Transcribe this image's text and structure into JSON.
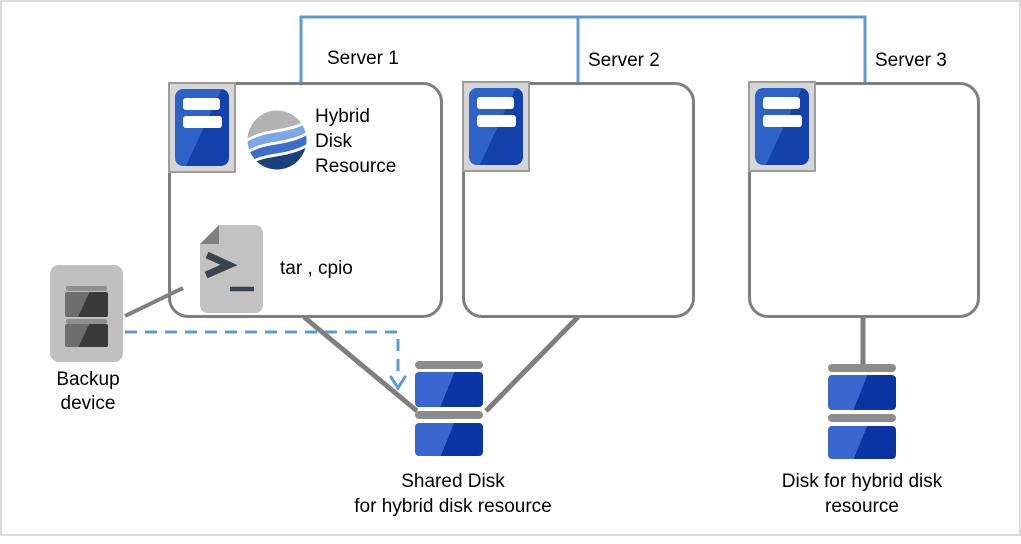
{
  "colors": {
    "text": "#000000",
    "connector_blue": "#5b9bd5",
    "line_gray": "#7f7f7f",
    "box_border": "#7f7f7f",
    "icon_frame": "#d6d6d6",
    "icon_frame_border": "#9d9d9d",
    "server_blue_light": "#2e62c9",
    "server_blue_dark": "#1342ad",
    "disk_blue_light": "#3a66cf",
    "disk_blue_dark": "#0b34a5",
    "bar_gray": "#8c8c8c",
    "device_body": "#c0c0c0",
    "device_bar": "#8f8f8f",
    "device_slot_light": "#6e6e6e",
    "device_slot_dark": "#3a3a3a",
    "doc_gray": "#c2c2c2",
    "doc_fold": "#7f7f7f",
    "doc_glyph": "#3c434b",
    "sphere_gray": "#b3b3b3",
    "sphere_light_blue": "#7ca6e9",
    "sphere_mid_blue": "#3b6fc9",
    "sphere_dark_blue": "#1c3f7e"
  },
  "servers": [
    {
      "label": "Server 1"
    },
    {
      "label": "Server 2"
    },
    {
      "label": "Server 3"
    }
  ],
  "server1": {
    "resource_label": "Hybrid\nDisk\nResource",
    "tools_label": "tar , cpio"
  },
  "backup_device": {
    "label": "Backup\ndevice"
  },
  "shared_disk": {
    "label": "Shared Disk\nfor hybrid disk resource"
  },
  "hybrid_disk": {
    "label": "Disk for hybrid disk\nresource"
  },
  "icons": {
    "server": "server-icon",
    "hybrid_disk_resource": "hybrid-disk-resource-globe-icon",
    "script_file": "script-file-icon",
    "backup_device": "backup-device-icon",
    "shared_disk": "disk-stack-icon",
    "hybrid_disk": "disk-stack-icon",
    "backup_flow": "dashed-arrow-down-icon"
  }
}
